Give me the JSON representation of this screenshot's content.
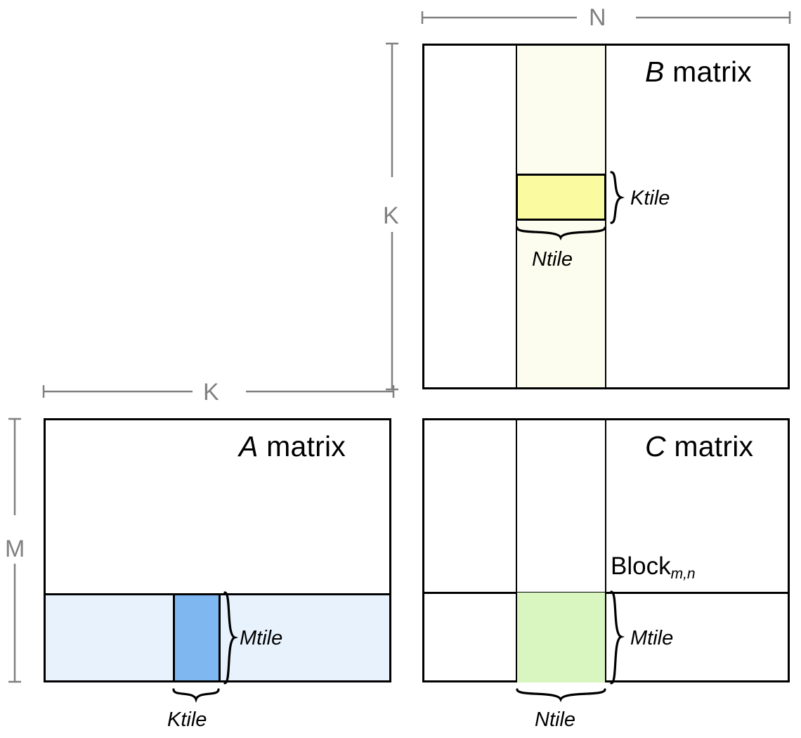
{
  "diagram": {
    "title_context": "Tiled matrix multiplication blocking diagram",
    "dimensions": {
      "N": "N",
      "K_vertical": "K",
      "K_horizontal": "K",
      "M": "M"
    },
    "colors": {
      "outline": "#000000",
      "dim_line": "#808080",
      "b_strip": "#fdfdef",
      "b_tile": "#fafaa0",
      "a_strip": "#e8f2fd",
      "a_tile": "#7fb8f0",
      "c_tile": "#d9f5c0",
      "background": "#ffffff"
    },
    "matrices": [
      {
        "id": "b-matrix",
        "label_symbol": "B",
        "label_word": "matrix",
        "tile_labels": {
          "vertical": "Ktile",
          "horizontal": "Ntile"
        }
      },
      {
        "id": "a-matrix",
        "label_symbol": "A",
        "label_word": "matrix",
        "tile_labels": {
          "vertical": "Mtile",
          "horizontal": "Ktile"
        }
      },
      {
        "id": "c-matrix",
        "label_symbol": "C",
        "label_word": "matrix",
        "block_label_base": "Block",
        "block_label_sub": "m,n",
        "tile_labels": {
          "vertical": "Mtile",
          "horizontal": "Ntile"
        }
      }
    ]
  }
}
